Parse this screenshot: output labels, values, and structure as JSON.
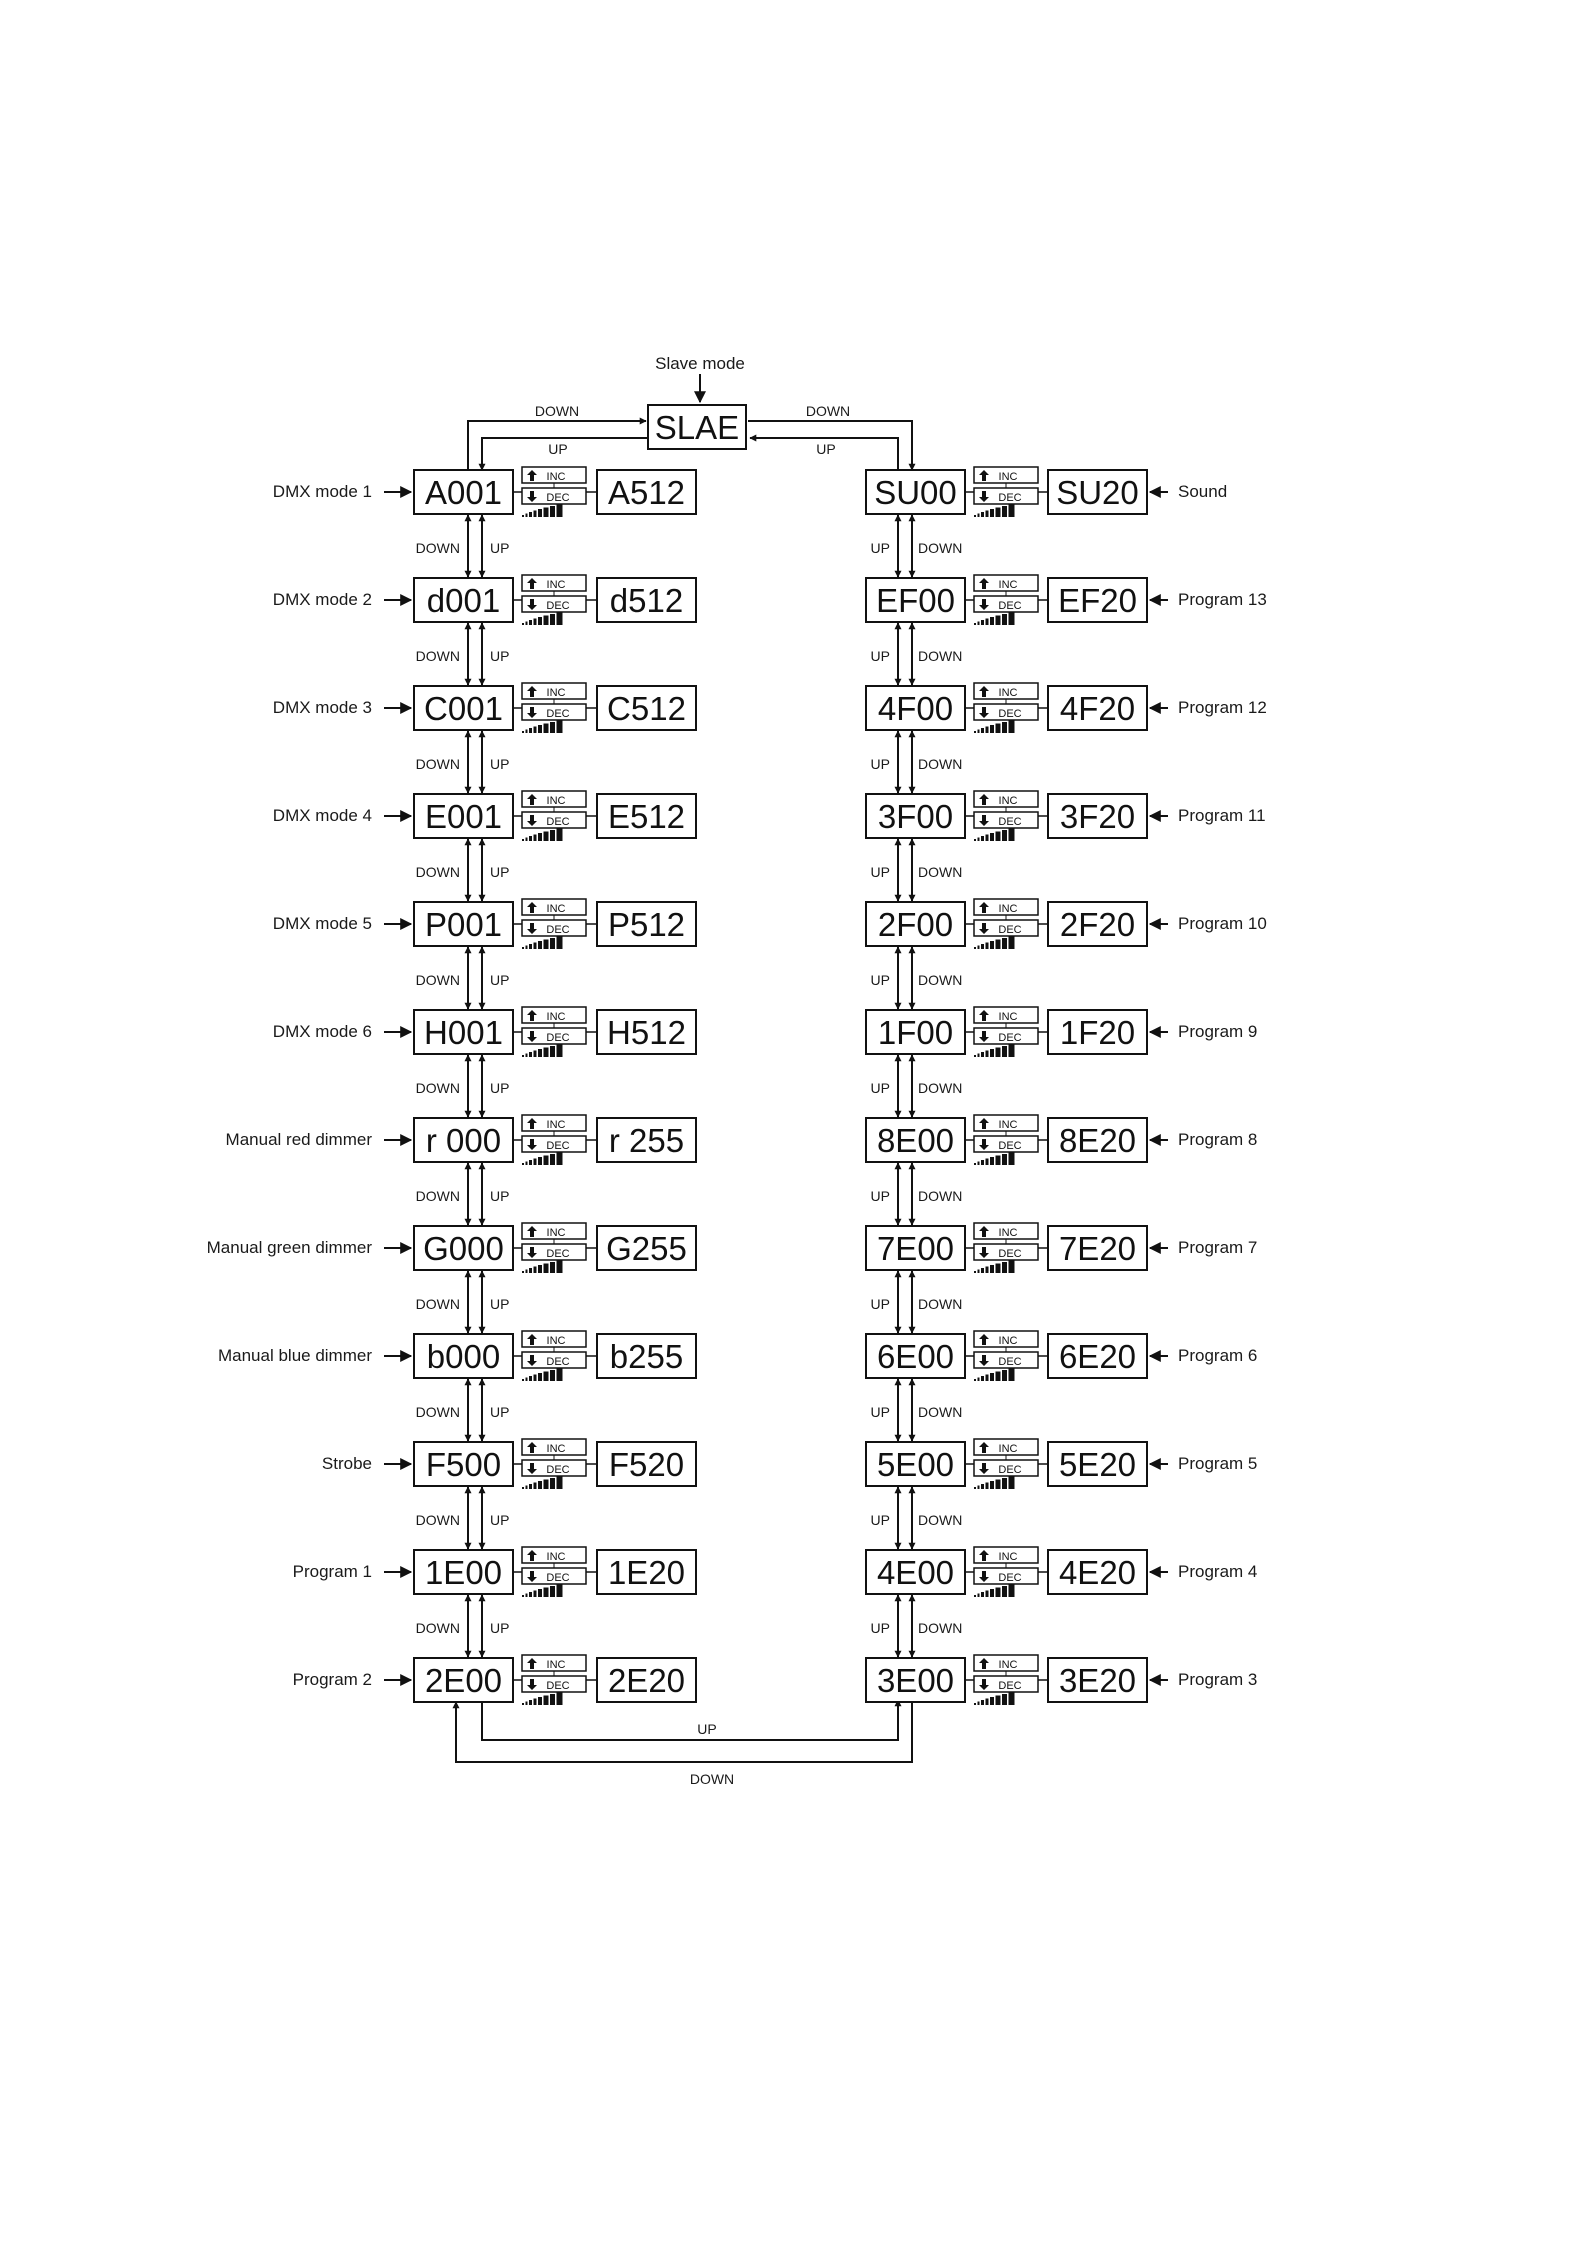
{
  "slave": {
    "title": "Slave mode",
    "display": "SLAE"
  },
  "connectors": {
    "top_left_down": "DOWN",
    "top_left_up": "UP",
    "top_right_down": "DOWN",
    "top_right_up": "UP",
    "bottom_up": "UP",
    "bottom_down": "DOWN",
    "down": "DOWN",
    "up": "UP"
  },
  "control": {
    "inc": "INC",
    "dec": "DEC"
  },
  "left_column": [
    {
      "label": "DMX mode 1",
      "start": "A001",
      "end": "A512"
    },
    {
      "label": "DMX mode 2",
      "start": "d001",
      "end": "d512"
    },
    {
      "label": "DMX mode 3",
      "start": "C001",
      "end": "C512"
    },
    {
      "label": "DMX mode 4",
      "start": "E001",
      "end": "E512"
    },
    {
      "label": "DMX mode 5",
      "start": "P001",
      "end": "P512"
    },
    {
      "label": "DMX mode 6",
      "start": "H001",
      "end": "H512"
    },
    {
      "label": "Manual red dimmer",
      "start": "r 000",
      "end": "r 255"
    },
    {
      "label": "Manual green dimmer",
      "start": "G000",
      "end": "G255"
    },
    {
      "label": "Manual blue dimmer",
      "start": "b000",
      "end": "b255"
    },
    {
      "label": "Strobe",
      "start": "F500",
      "end": "F520"
    },
    {
      "label": "Program 1",
      "start": "1E00",
      "end": "1E20"
    },
    {
      "label": "Program 2",
      "start": "2E00",
      "end": "2E20"
    }
  ],
  "right_column": [
    {
      "label": "Sound",
      "start": "SU00",
      "end": "SU20"
    },
    {
      "label": "Program 13",
      "start": "EF00",
      "end": "EF20"
    },
    {
      "label": "Program 12",
      "start": "4F00",
      "end": "4F20"
    },
    {
      "label": "Program 11",
      "start": "3F00",
      "end": "3F20"
    },
    {
      "label": "Program 10",
      "start": "2F00",
      "end": "2F20"
    },
    {
      "label": "Program 9",
      "start": "1F00",
      "end": "1F20"
    },
    {
      "label": "Program 8",
      "start": "8E00",
      "end": "8E20"
    },
    {
      "label": "Program 7",
      "start": "7E00",
      "end": "7E20"
    },
    {
      "label": "Program 6",
      "start": "6E00",
      "end": "6E20"
    },
    {
      "label": "Program 5",
      "start": "5E00",
      "end": "5E20"
    },
    {
      "label": "Program 4",
      "start": "4E00",
      "end": "4E20"
    },
    {
      "label": "Program 3",
      "start": "3E00",
      "end": "3E20"
    }
  ]
}
